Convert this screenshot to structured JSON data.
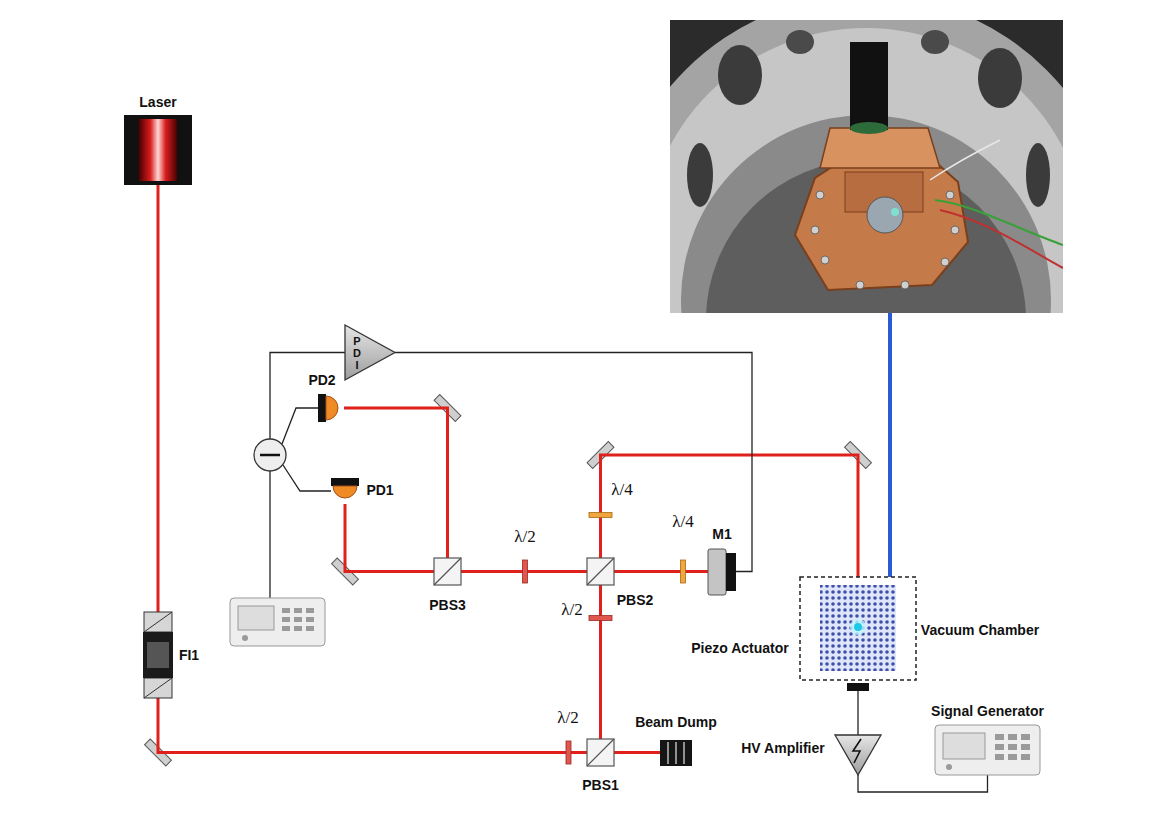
{
  "diagram": {
    "nodes": [
      {
        "text": [
          "Laser"
        ]
      },
      {
        "text": [
          "FI1"
        ]
      },
      {
        "text": [
          "PBS1"
        ]
      },
      {
        "text": [
          "Beam Dump"
        ]
      },
      {
        "text": [
          "PBS2"
        ]
      },
      {
        "text": [
          "M1"
        ]
      },
      {
        "text": [
          "PBS3"
        ]
      },
      {
        "text": [
          "PD1"
        ]
      },
      {
        "text": [
          "PD2"
        ]
      },
      {
        "text": [
          "PDI"
        ]
      },
      {
        "text": [
          "Vacuum Chamber"
        ]
      },
      {
        "text": [
          "Piezo Actuator"
        ]
      },
      {
        "text": [
          "HV Amplifier"
        ]
      },
      {
        "text": [
          "Signal Generator"
        ]
      }
    ],
    "edges": [
      {
        "from": 0,
        "to": 1,
        "arrow": "none"
      },
      {
        "from": 1,
        "to": 2,
        "arrow": "none"
      },
      {
        "from": 2,
        "to": 3,
        "arrow": "none"
      },
      {
        "from": 2,
        "to": 4,
        "arrow": "none"
      },
      {
        "from": 4,
        "to": 5,
        "arrow": "none"
      },
      {
        "from": 4,
        "to": 10,
        "arrow": "none"
      },
      {
        "from": 4,
        "to": 6,
        "arrow": "none"
      },
      {
        "from": 6,
        "to": 7,
        "arrow": "none"
      },
      {
        "from": 6,
        "to": 8,
        "arrow": "none"
      },
      {
        "from": 9,
        "to": 5,
        "arrow": "none"
      },
      {
        "from": 13,
        "to": 12,
        "arrow": "none"
      },
      {
        "from": 12,
        "to": 11,
        "arrow": "none"
      }
    ],
    "labels": [
      "λ/4",
      "λ/4",
      "λ/2",
      "λ/2",
      "λ/2"
    ]
  }
}
